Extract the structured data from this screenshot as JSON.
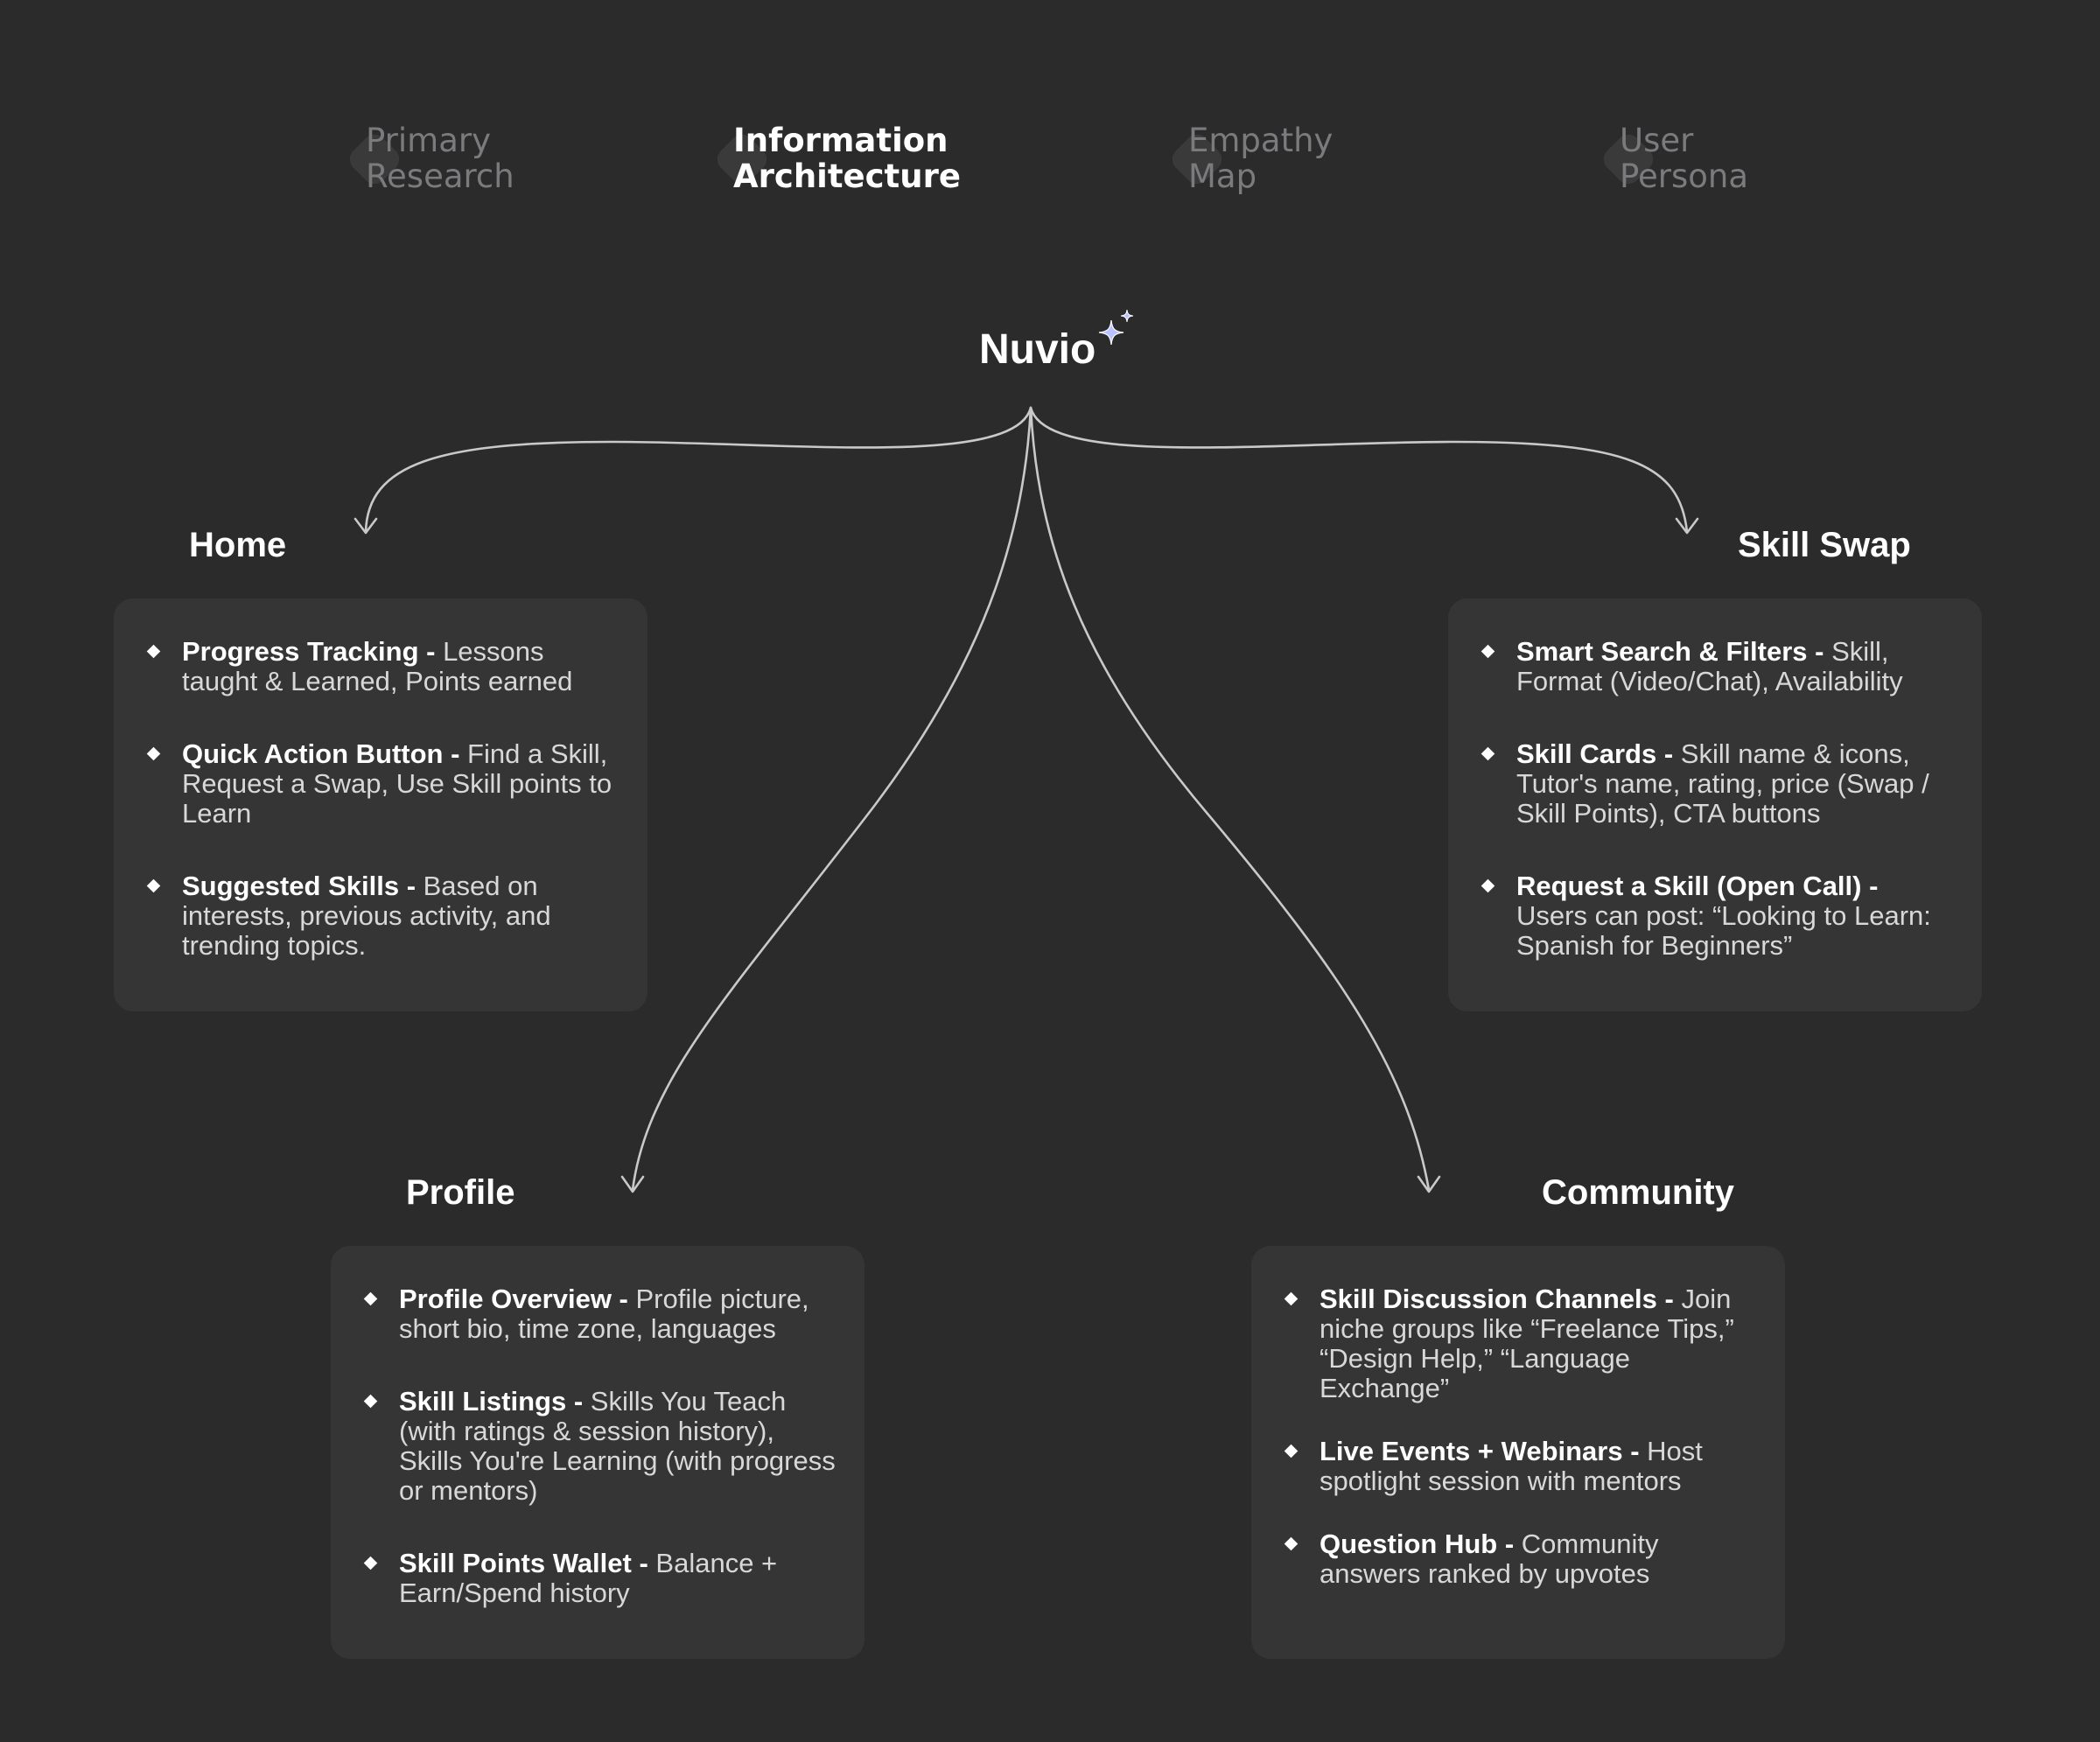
{
  "tabs": [
    {
      "label": "Primary\nResearch",
      "active": false
    },
    {
      "label": "Information\nArchitecture",
      "active": true
    },
    {
      "label": "Empathy\nMap",
      "active": false
    },
    {
      "label": "User\nPersona",
      "active": false
    }
  ],
  "root": {
    "title": "Nuvio",
    "icon": "sparkle-icon"
  },
  "nodes": {
    "home": {
      "title": "Home",
      "items": [
        {
          "name": "Progress Tracking -",
          "desc": " Lessons taught & Learned, Points earned"
        },
        {
          "name": "Quick Action Button -",
          "desc": " Find a Skill, Request a Swap, Use Skill points to Learn"
        },
        {
          "name": "Suggested Skills -",
          "desc": " Based on interests, previous activity, and trending topics."
        }
      ]
    },
    "skill_swap": {
      "title": "Skill Swap",
      "items": [
        {
          "name": "Smart Search & Filters -",
          "desc": " Skill, Format (Video/Chat), Availability"
        },
        {
          "name": "Skill Cards -",
          "desc": " Skill name & icons, Tutor's name, rating, price (Swap / Skill Points), CTA buttons"
        },
        {
          "name": "Request a Skill (Open Call) -",
          "desc": " Users can post: “Looking to Learn: Spanish for Beginners”"
        }
      ]
    },
    "profile": {
      "title": "Profile",
      "items": [
        {
          "name": "Profile Overview -",
          "desc": " Profile picture, short bio, time zone, languages"
        },
        {
          "name": "Skill Listings -",
          "desc": " Skills You Teach (with ratings & session history), Skills You're Learning (with progress or mentors)"
        },
        {
          "name": "Skill Points Wallet -",
          "desc": " Balance + Earn/Spend history"
        }
      ]
    },
    "community": {
      "title": "Community",
      "items": [
        {
          "name": "Skill Discussion Channels -",
          "desc": " Join niche groups like “Freelance Tips,” “Design Help,” “Language Exchange”"
        },
        {
          "name": "Live Events + Webinars -",
          "desc": " Host spotlight session with mentors"
        },
        {
          "name": "Question Hub -",
          "desc": " Community answers ranked by upvotes"
        }
      ]
    }
  },
  "colors": {
    "background": "#2b2b2c",
    "card": "#353536",
    "connector": "#c9c9c9",
    "tab_inactive": "#7b7b7e",
    "sparkle": "#b9c3ff"
  }
}
